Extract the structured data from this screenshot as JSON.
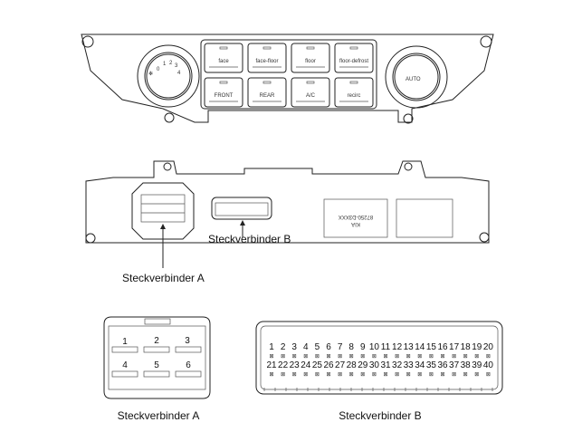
{
  "top_panel": {
    "fan_dial_numbers": [
      "0",
      "1",
      "2",
      "3",
      "4"
    ],
    "buttons_row1": [
      "face",
      "face-floor",
      "floor",
      "floor-defrost"
    ],
    "buttons_row2": [
      "FRONT",
      "REAR",
      "A/C",
      "recirc"
    ],
    "temp_dial_label": "AUTO"
  },
  "rear_unit": {
    "label_part_number": "87250-D3XXX",
    "label_brand": "KIA",
    "callout_b": "Steckverbinder B",
    "callout_a": "Steckverbinder A"
  },
  "connector_a": {
    "caption": "Steckverbinder A",
    "pins": [
      "1",
      "2",
      "3",
      "4",
      "5",
      "6"
    ]
  },
  "connector_b": {
    "caption": "Steckverbinder B",
    "pins_row1": [
      "1",
      "2",
      "3",
      "4",
      "5",
      "6",
      "7",
      "8",
      "9",
      "10",
      "11",
      "12",
      "13",
      "14",
      "15",
      "16",
      "17",
      "18",
      "19",
      "20"
    ],
    "pins_row2": [
      "21",
      "22",
      "23",
      "24",
      "25",
      "26",
      "27",
      "28",
      "29",
      "30",
      "31",
      "32",
      "33",
      "34",
      "35",
      "36",
      "37",
      "38",
      "39",
      "40"
    ]
  }
}
